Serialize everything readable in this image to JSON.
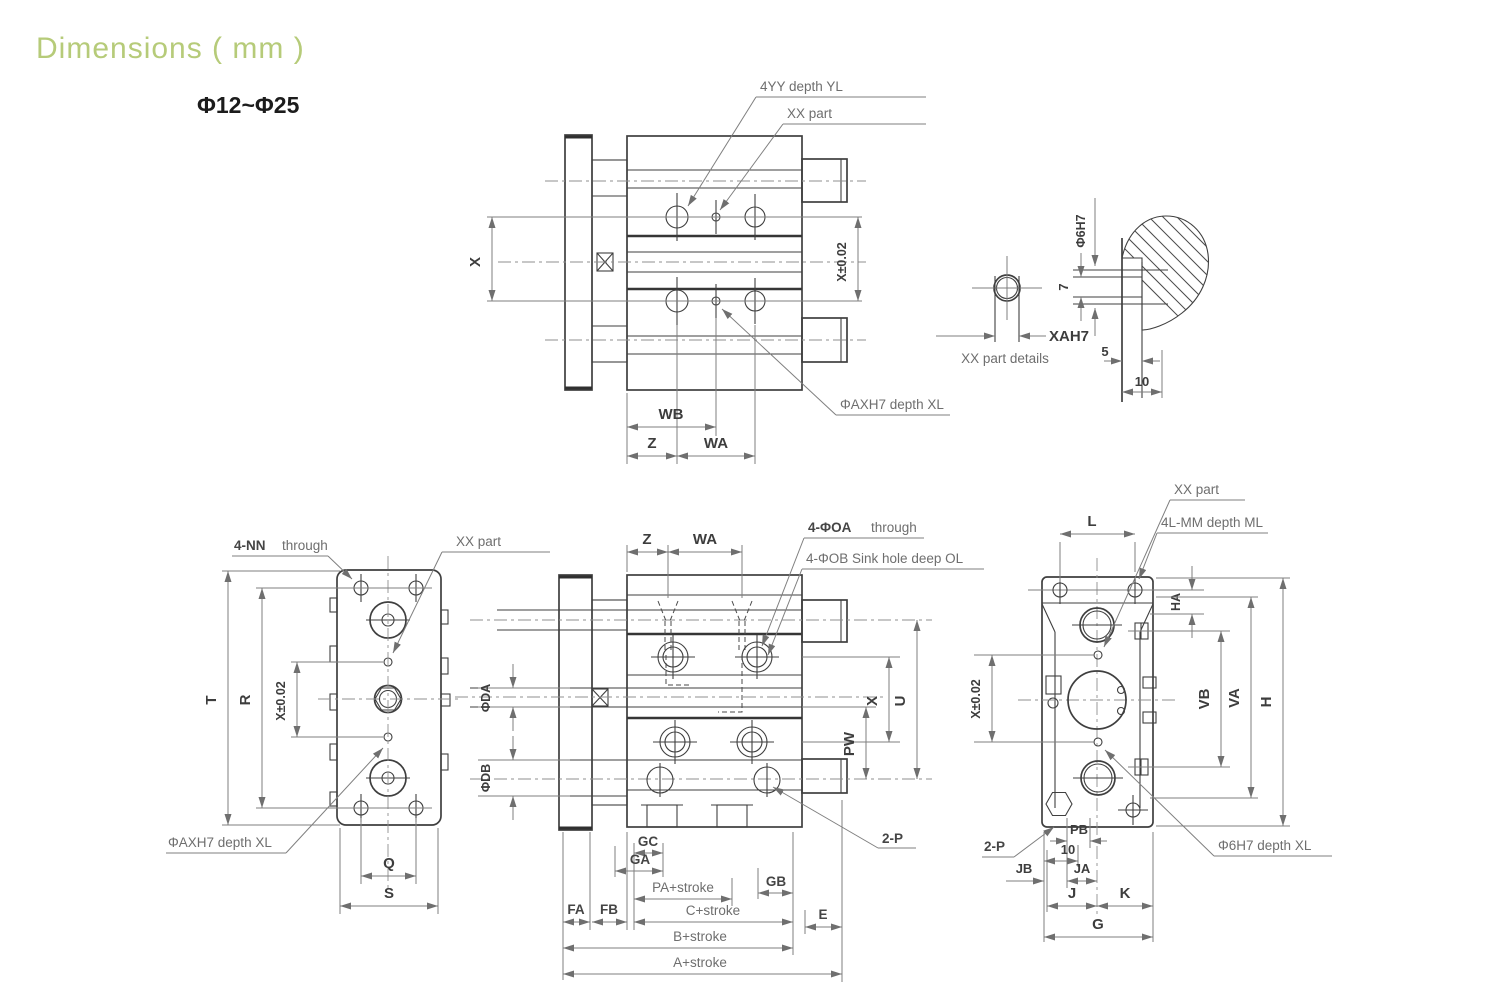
{
  "title": "Dimensions ( mm )",
  "size_range": "Φ12~Φ25",
  "colors": {
    "accent": "#b6cb79",
    "outline": "#3f3f3f",
    "dimension": "#7f7f7f",
    "text": "#6e6e6e"
  },
  "labels": {
    "top": {
      "yy": "4YY depth YL",
      "xx": "XX part",
      "axh7": "ΦAXH7 depth XL",
      "x": "X",
      "xtol": "X±0.02",
      "wb": "WB",
      "z": "Z",
      "wa": "WA"
    },
    "detail": {
      "caption": "XX part details",
      "xah7": "XAH7",
      "d6": "Φ6H7",
      "n7": "7",
      "n5": "5",
      "n10": "10"
    },
    "left": {
      "nn_bold": "4-NN",
      "nn_rest": "through",
      "xx": "XX part",
      "axh7": "ΦAXH7 depth XL",
      "t": "T",
      "r": "R",
      "xtol": "X±0.02",
      "q": "Q",
      "s": "S"
    },
    "side": {
      "z": "Z",
      "wa": "WA",
      "oa_bold": "4-ΦOA",
      "oa_rest": "through",
      "ob": "4-ΦOB Sink hole deep OL",
      "da": "ΦDA",
      "db": "ΦDB",
      "pw": "PW",
      "x": "X",
      "u": "U",
      "gc": "GC",
      "ga": "GA",
      "pa": "PA+stroke",
      "gb": "GB",
      "fa": "FA",
      "fb": "FB",
      "c": "C+stroke",
      "e": "E",
      "b": "B+stroke",
      "a": "A+stroke",
      "p2": "2-P"
    },
    "right": {
      "xx": "XX part",
      "lmm": "4L-MM depth ML",
      "l": "L",
      "ha": "HA",
      "vb": "VB",
      "va": "VA",
      "h": "H",
      "xtol": "X±0.02",
      "pb": "PB",
      "n10": "10",
      "jb": "JB",
      "ja": "JA",
      "j": "J",
      "k": "K",
      "g": "G",
      "p2": "2-P",
      "d6": "Φ6H7 depth XL"
    }
  }
}
